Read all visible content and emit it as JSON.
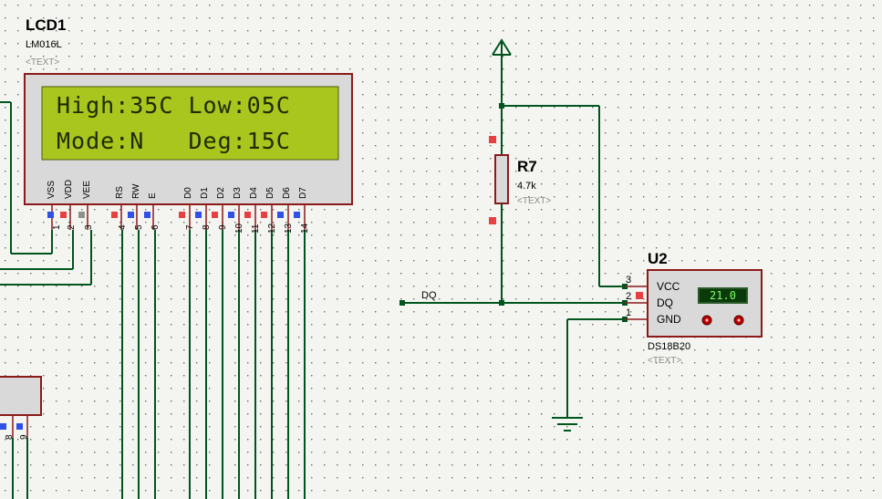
{
  "lcd": {
    "ref": "LCD1",
    "value": "LM016L",
    "text_placeholder": "<TEXT>",
    "line1": "High:35C Low:05C",
    "line2": "Mode:N   Deg:15C",
    "pin_labels": [
      "VSS",
      "VDD",
      "VEE",
      "RS",
      "RW",
      "E",
      "D0",
      "D1",
      "D2",
      "D3",
      "D4",
      "D5",
      "D6",
      "D7"
    ],
    "pin_numbers": [
      "1",
      "2",
      "3",
      "4",
      "5",
      "6",
      "7",
      "8",
      "9",
      "10",
      "11",
      "12",
      "13",
      "14"
    ]
  },
  "resistor": {
    "ref": "R7",
    "value": "4.7k",
    "text_placeholder": "<TEXT>"
  },
  "sensor": {
    "ref": "U2",
    "part": "DS18B20",
    "text_placeholder": "<TEXT>",
    "pins": [
      {
        "number": "3",
        "label": "VCC"
      },
      {
        "number": "2",
        "label": "DQ"
      },
      {
        "number": "1",
        "label": "GND"
      }
    ],
    "temperature": "21.0"
  },
  "net": {
    "dq_label": "DQ"
  },
  "partial_component": {
    "pin_numbers": [
      "8",
      "9"
    ]
  },
  "colors": {
    "background": "#f4f4f0",
    "wire": "#00551e",
    "component_outline": "#8b1a1a",
    "component_fill": "#d9d9d9",
    "lcd_screen": "#a8c61e",
    "pin_red": "#e84040",
    "pin_blue": "#3050e8",
    "pin_gray": "#909090",
    "temp_display_bg": "#0a3a0a",
    "temp_display_text": "#7cff6a"
  }
}
